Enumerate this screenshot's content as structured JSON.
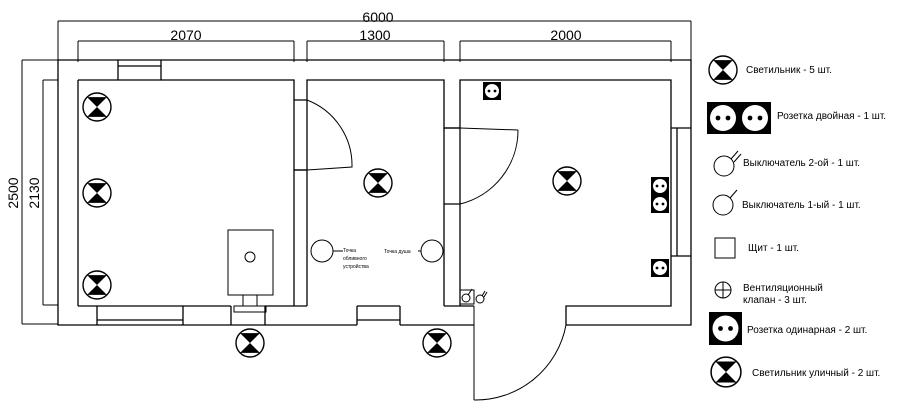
{
  "dimensions": {
    "total_width": "6000",
    "room1_width": "2070",
    "room2_width": "1300",
    "room3_width": "2000",
    "outer_height": "2500",
    "inner_height": "2130"
  },
  "labels": {
    "drain_point": "Точка обливного устройства",
    "drain_line1": "Точка",
    "drain_line2": "обливного",
    "drain_line3": "устройства",
    "shower_point": "Точка душа"
  },
  "legend": {
    "lamp": "Светильник - 5 шт.",
    "double_socket": "Розетка двойная - 1 шт.",
    "switch2": "Выключатель 2-ой - 1 шт.",
    "switch1": "Выключатель 1-ый - 1 шт.",
    "panel": "Щит - 1 шт.",
    "vent_line1": "Вентиляционный",
    "vent_line2": "клапан - 3 шт.",
    "single_socket": "Розетка одинарная - 2 шт.",
    "outdoor_lamp": "Светильник уличный - 2 шт."
  }
}
